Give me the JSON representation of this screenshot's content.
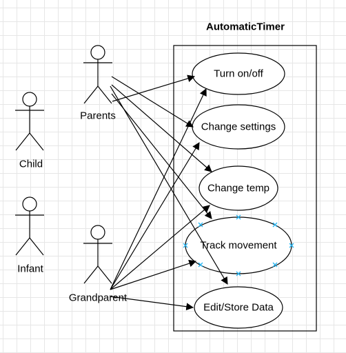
{
  "system": {
    "title": "AutomaticTimer"
  },
  "actors": {
    "parents": "Parents",
    "child": "Child",
    "infant": "Infant",
    "grandparent": "Grandparent"
  },
  "use_cases": {
    "turn_on_off": "Turn on/off",
    "change_settings": "Change settings",
    "change_temp": "Change temp",
    "track_movement": "Track movement",
    "edit_store_data": "Edit/Store Data"
  },
  "colors": {
    "stroke": "#000000",
    "background": "#ffffff",
    "grid": "#e6e6e6",
    "selection_handle": "#29b6f2"
  }
}
